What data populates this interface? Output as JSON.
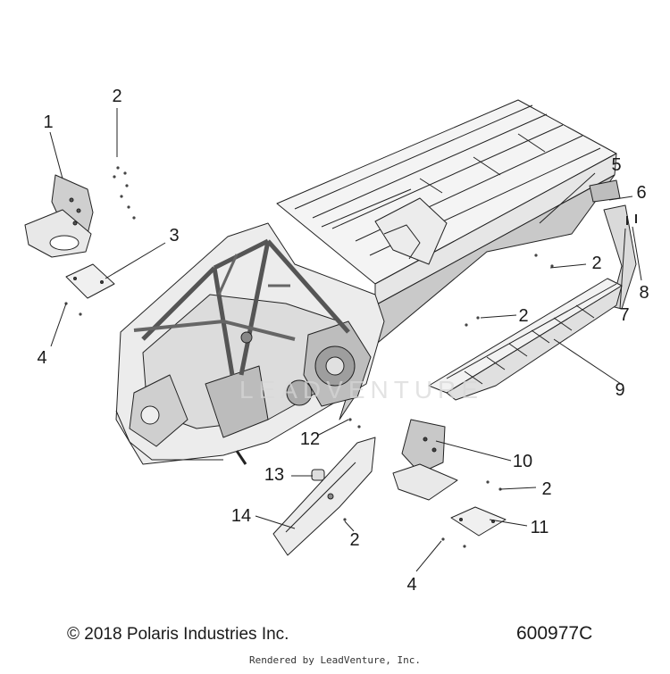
{
  "callouts": {
    "c1": "1",
    "c2a": "2",
    "c3": "3",
    "c4a": "4",
    "c5": "5",
    "c6": "6",
    "c2b": "2",
    "c8": "8",
    "c7": "7",
    "c2c": "2",
    "c9": "9",
    "c12": "12",
    "c10": "10",
    "c13": "13",
    "c2d": "2",
    "c14": "14",
    "c2e": "2",
    "c11": "11",
    "c4b": "4"
  },
  "footer": {
    "copyright": "© 2018 Polaris Industries Inc.",
    "part_number": "600977C",
    "rendered_by": "Rendered by LeadVenture, Inc."
  },
  "watermark": "LEADVENTURE"
}
